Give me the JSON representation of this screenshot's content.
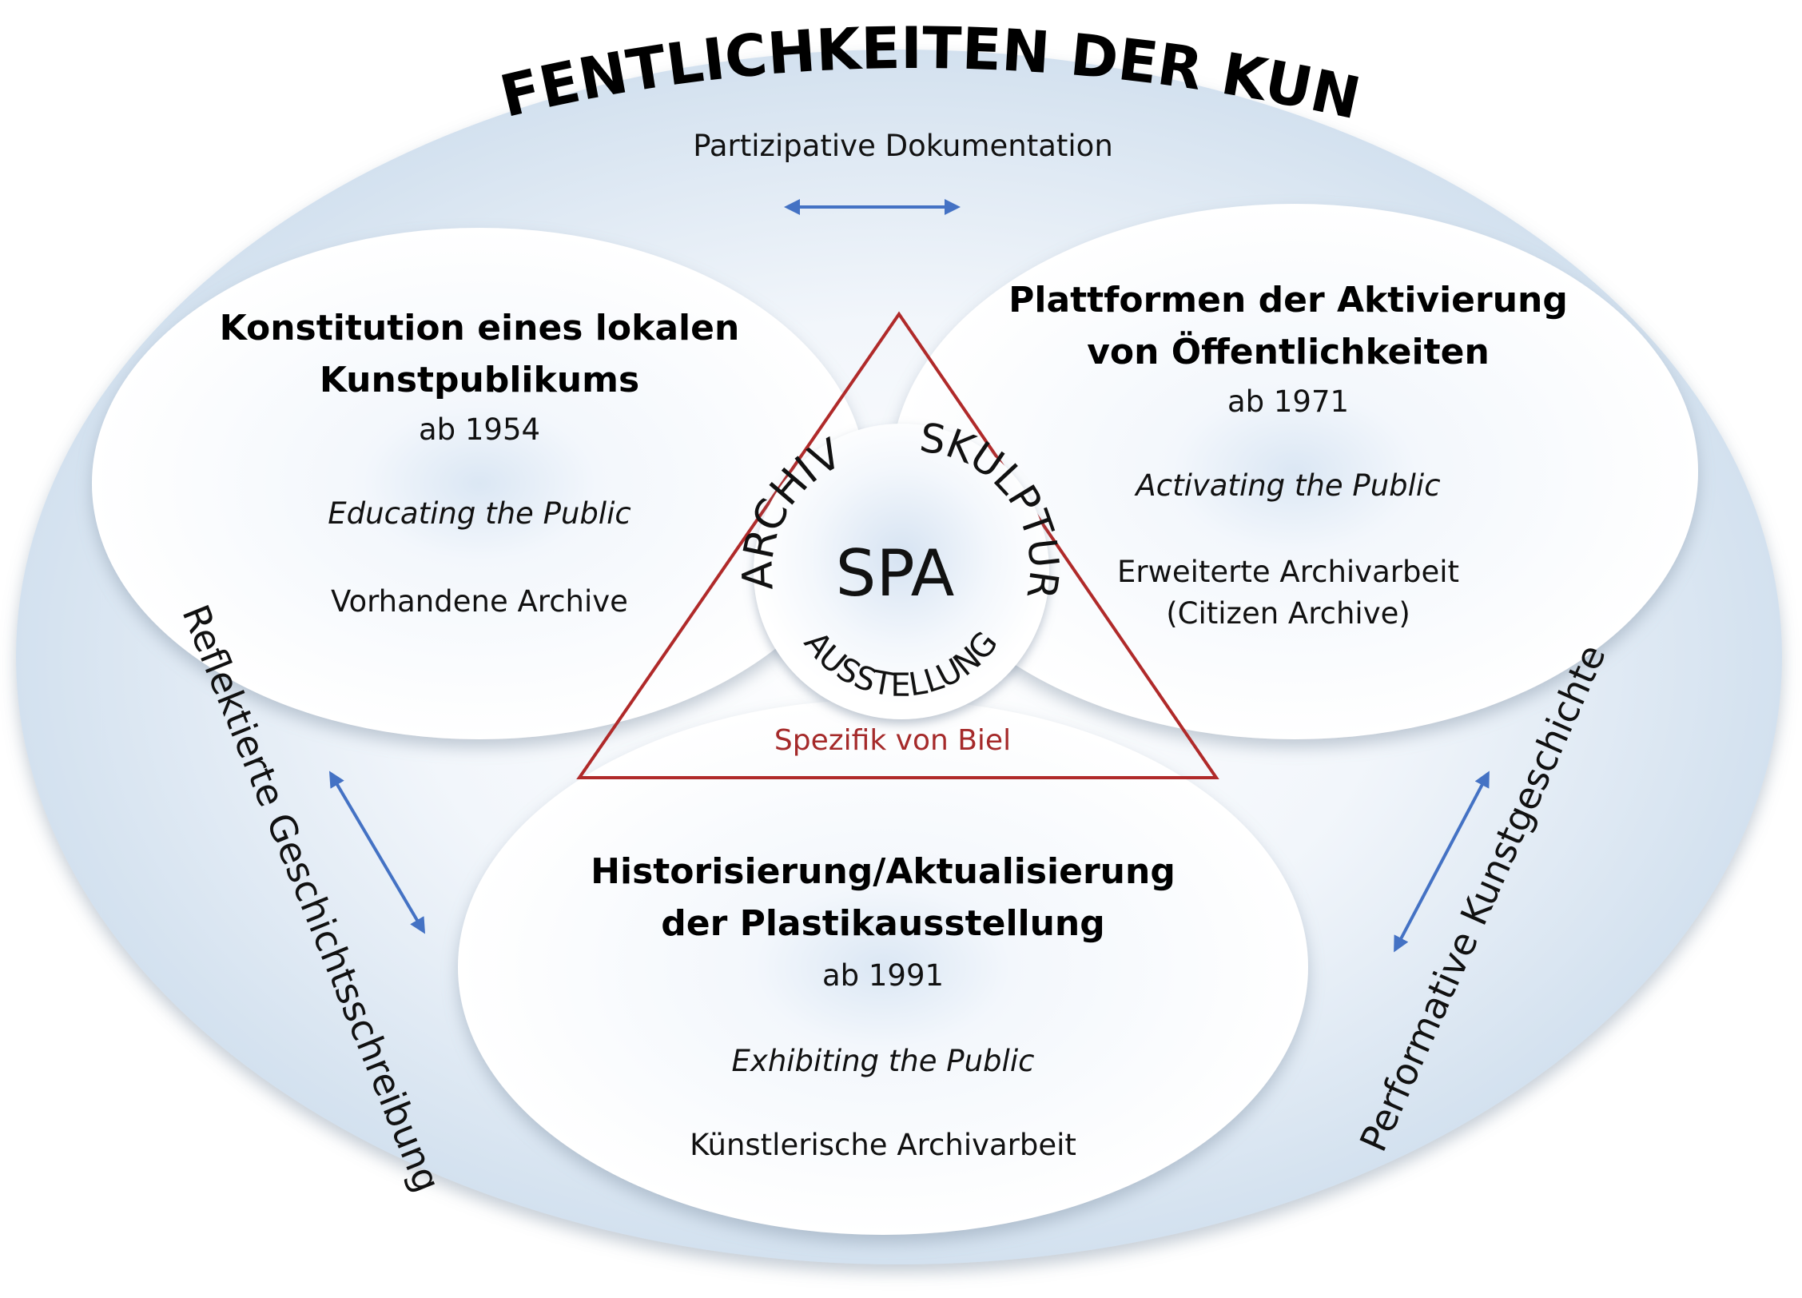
{
  "title": {
    "text": "ÖFFENTLICHKEITEN DER KUNST"
  },
  "top_label": "Partizipative Dokumentation",
  "left_label": "Reflektierte Geschichtsschreibung",
  "right_label": "Performative Kunstgeschichte",
  "bubbles": {
    "left": {
      "heading_line1": "Konstitution eines lokalen",
      "heading_line2": "Kunstpublikums",
      "period": "ab 1954",
      "motto": "Educating the Public",
      "archive": "Vorhandene Archive"
    },
    "right": {
      "heading_line1": "Plattformen der Aktivierung",
      "heading_line2": "von Öffentlichkeiten",
      "period": "ab 1971",
      "motto": "Activating the Public",
      "archive_line1": "Erweiterte Archivarbeit",
      "archive_line2": "(Citizen Archive)"
    },
    "bottom": {
      "heading_line1": "Historisierung/Aktualisierung",
      "heading_line2": "der Plastikausstellung",
      "period": "ab 1991",
      "motto": "Exhibiting the Public",
      "archive": "Künstlerische Archivarbeit"
    }
  },
  "core": {
    "center": "SPA",
    "arc_archiv": "ARCHIV",
    "arc_skulptur": "SKULPTUR",
    "arc_ausstellung": "AUSSTELLUNG",
    "triangle_label": "Spezifik von Biel"
  },
  "colors": {
    "arrow": "#4472c4",
    "triangle": "#b02a2a",
    "outer_fill": "#dde8f3",
    "bubble_fill": "#ffffff"
  }
}
